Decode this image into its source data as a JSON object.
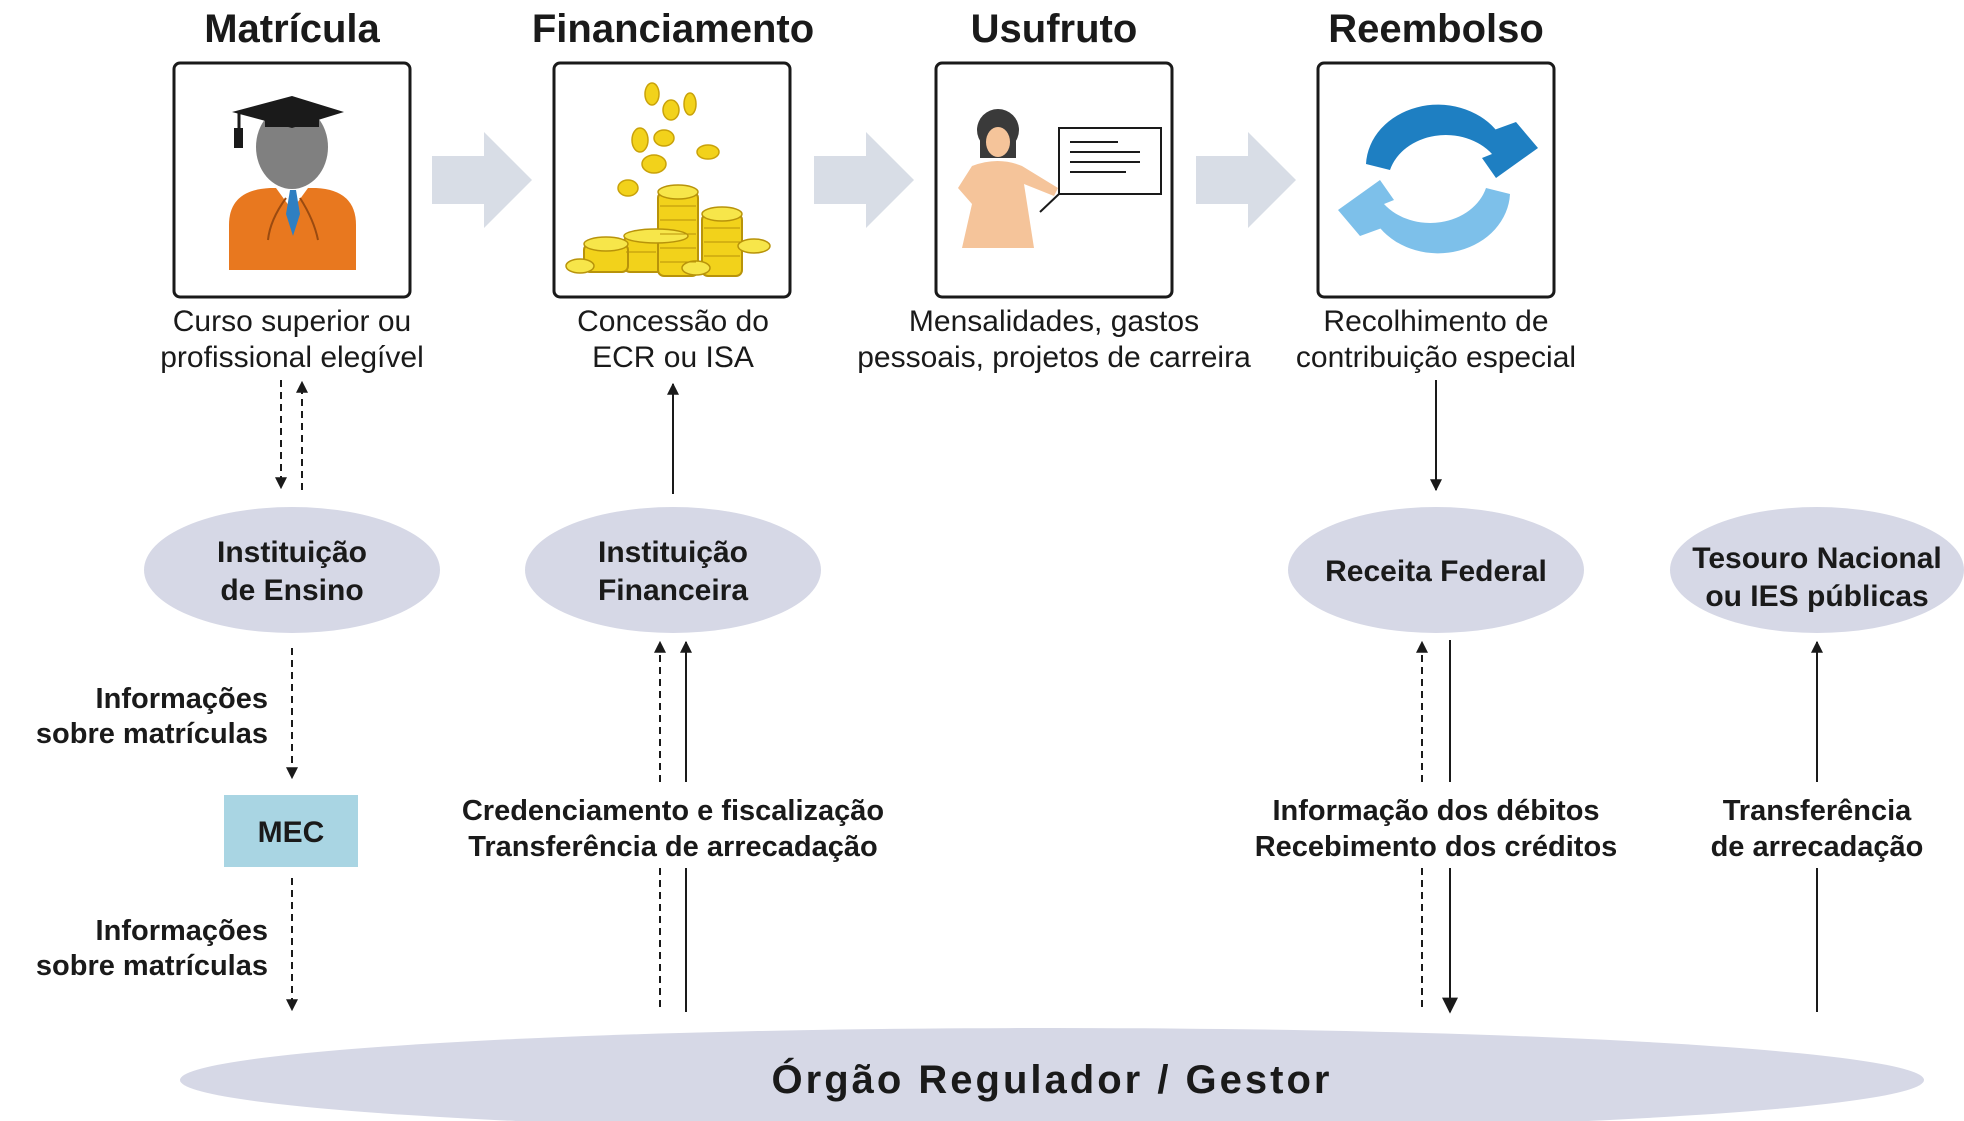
{
  "stages": [
    {
      "title": "Matrícula",
      "desc_line1": "Curso superior ou",
      "desc_line2": "profissional elegível",
      "icon": "graduate-icon"
    },
    {
      "title": "Financiamento",
      "desc_line1": "Concessão do",
      "desc_line2": "ECR ou ISA",
      "icon": "coins-icon"
    },
    {
      "title": "Usufruto",
      "desc_line1": "Mensalidades, gastos",
      "desc_line2": "pessoais, projetos de carreira",
      "icon": "teacher-board-icon"
    },
    {
      "title": "Reembolso",
      "desc_line1": "Recolhimento de",
      "desc_line2": "contribuição especial",
      "icon": "refresh-cycle-icon"
    }
  ],
  "entities": {
    "ensino": {
      "line1": "Instituição",
      "line2": "de Ensino"
    },
    "financeira": {
      "line1": "Instituição",
      "line2": "Financeira"
    },
    "receita": {
      "line1": "Receita Federal"
    },
    "tesouro": {
      "line1": "Tesouro Nacional",
      "line2": "ou IES públicas"
    },
    "mec": {
      "label": "MEC"
    }
  },
  "flow_labels": {
    "info_matriculas_1": {
      "line1": "Informações",
      "line2": "sobre matrículas"
    },
    "info_matriculas_2": {
      "line1": "Informações",
      "line2": "sobre matrículas"
    },
    "financeira": {
      "line1": "Credenciamento e fiscalização",
      "line2": "Transferência de arrecadação"
    },
    "receita": {
      "line1": "Informação dos débitos",
      "line2": "Recebimento dos créditos"
    },
    "tesouro": {
      "line1": "Transferência",
      "line2": "de arrecadação"
    }
  },
  "regulator": {
    "label": "Órgão Regulador / Gestor"
  },
  "colors": {
    "oval_fill": "#d6d8e6",
    "mec_fill": "#a9d5e3",
    "big_arrow": "#d8dde6",
    "graduate_gown": "#e8781f",
    "tie": "#2f7fc1",
    "coin": "#f2d21b",
    "presenter": "#f5c49a",
    "cycle_dark": "#1e7fc2",
    "cycle_light": "#7dc0ea"
  }
}
